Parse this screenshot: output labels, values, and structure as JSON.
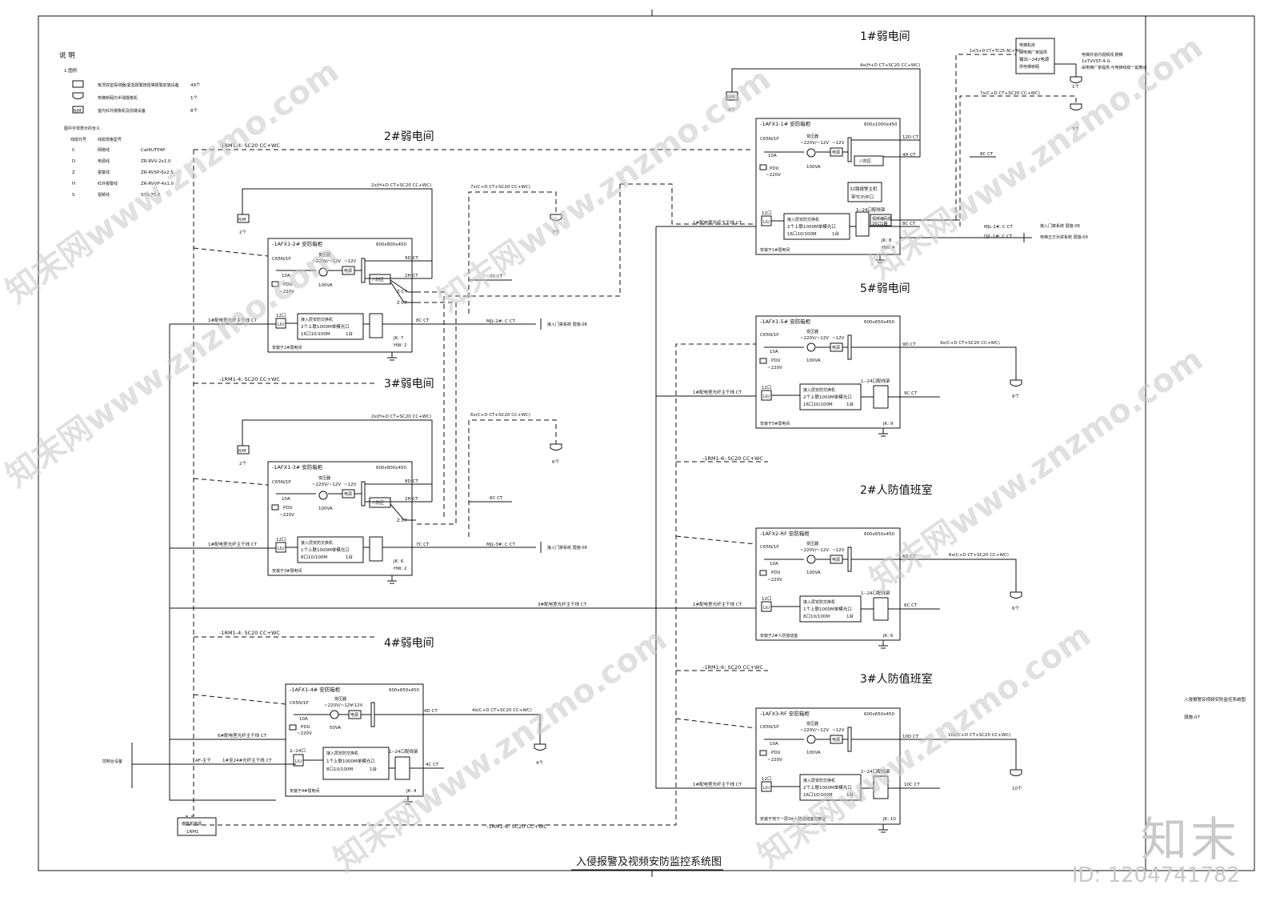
{
  "title": "入侵报警及视频安防监控系统图",
  "sidebar_title": "入侵报警及视频安防监控系统图",
  "sidebar_sheet": "弱施-07",
  "notes": {
    "heading": "说 明",
    "item1": "1.图例",
    "legend": [
      {
        "sym": "",
        "desc": "吸顶双鉴探测器/紧急报警按钮等报警前端设备",
        "count": "49个"
      },
      {
        "sym": "",
        "desc": "电梯轿厢内半球摄像机",
        "count": "1个"
      },
      {
        "sym": "R/M",
        "desc": "室内红外摄像机及前端设备",
        "count": "8个"
      }
    ],
    "cable_heading": "图中字母表示的含义",
    "cable_hdr": [
      "线缆代号",
      "线缆规格型号"
    ],
    "cables": [
      {
        "code": "C",
        "type": "网络线",
        "spec": "Cat6UTP4P"
      },
      {
        "code": "D",
        "type": "电源线",
        "spec": "ZR-RVV-2x1.0"
      },
      {
        "code": "Z",
        "type": "报警线",
        "spec": "ZR-RVSP-6x2.5"
      },
      {
        "code": "H",
        "type": "红外报警线",
        "spec": "ZR-RVVP-4x1.0"
      },
      {
        "code": "S",
        "type": "视频线",
        "spec": "SYV-75-5"
      }
    ]
  },
  "rooms": [
    {
      "key": "r1",
      "title": "1#弱电间",
      "box": "-1AFX1-1# 安防箱柜",
      "size": "600x1000x450",
      "ups_w": "100VA",
      "loc": "安装于1#弱电间",
      "jk": "JK: 8",
      "hw": "HW: 4",
      "fiber": "1#配电室光纤主干线 CT",
      "cam_top": "4x(H+D CT+SC20 CC+WC)",
      "cam_right": "7x(C+D CT+SC20 CC+WC)",
      "cam_cnt": "7个",
      "rm_cnt": "4个",
      "out1": "12D CT",
      "out2": "4H CT",
      "out3": "8C CT"
    },
    {
      "key": "r2",
      "title": "2#弱电间",
      "box": "-1AFX1-2# 安防箱柜",
      "size": "600x800x450",
      "ups_w": "100VA",
      "loc": "安装于2#弱电间",
      "jk": "JK: 7",
      "hw": "HW: 2",
      "fiber": "1#配电室光纤主干线 CT",
      "cam_top": "2x(H+D CT+SC20 CC+WC)",
      "cam_right": "7x(C+D CT+SC20 CC+WC)",
      "cam_cnt": "7个",
      "rm_cnt": "2个",
      "out1": "9D CT",
      "out2": "2H CT",
      "out3": "8C CT",
      "mjl": "MJL-2#: C CT",
      "mjl_to": "接入门禁系统 弱施-08"
    },
    {
      "key": "r3",
      "title": "3#弱电间",
      "box": "-1AFX1-3# 安防箱柜",
      "size": "600x800x450",
      "ups_w": "100VA",
      "loc": "安装于3#弱电间",
      "jk": "JK: 6",
      "hw": "HW: 2",
      "fiber": "1#配电室光纤主干线 CT",
      "cam_top": "2x(H+D CT+SC20 CC+WC)",
      "cam_right": "6x(C+D CT+SC20 CC+WC)",
      "cam_cnt": "6个",
      "rm_cnt": "2个",
      "out1": "8D CT",
      "out2": "2H CT",
      "out3": "7C CT",
      "mjl": "MJL-3#: C CT",
      "mjl_to": "接入门禁系统 弱施-08"
    },
    {
      "key": "r4",
      "title": "4#弱电间",
      "box": "-1AFX1-4# 安防箱柜",
      "size": "600x650x450",
      "ups_w": "50VA",
      "loc": "安装于4#弱电间",
      "jk": "JK: 4",
      "fiber": "6#配电室光纤主干线 CT",
      "cam_right": "4x(C+D CT+SC20 CC+WC)",
      "cam_cnt": "4个",
      "out1": "4D CT",
      "out3": "4C CT"
    },
    {
      "key": "r5",
      "title": "5#弱电间",
      "box": "-1AFX1-5# 安防箱柜",
      "size": "600x650x450",
      "ups_w": "100VA",
      "loc": "安装于5#弱电间",
      "jk": "JK: 9",
      "fiber": "1#配电室光纤主干线 CT",
      "cam_right": "9x(C+D CT+SC20 CC+WC)",
      "cam_cnt": "9个",
      "out1": "9D CT",
      "out3": "9C CT"
    },
    {
      "key": "r6",
      "title": "2#人防值班室",
      "box": "-1AFX2-RF 安防箱柜",
      "size": "600x650x450",
      "ups_w": "100VA",
      "loc": "安装于2#人防值班室",
      "jk": "JK: 6",
      "fiber": "1#配电室光纤主干线 CT",
      "cam_right": "6x(C+D CT+SC20 CC+WC)",
      "cam_cnt": "6个",
      "out1": "6D CT",
      "out3": "6C CT"
    },
    {
      "key": "r7",
      "title": "3#人防值班室",
      "box": "-1AFX3-RF 安防箱柜",
      "size": "600x650x450",
      "ups_w": "100VA",
      "loc": "安装于地下一层3#人防值班室控制室",
      "jk": "JK: 10",
      "fiber": "1#配电室光纤主干线 CT",
      "cam_right": "10x(C+D CT+SC20 CC+WC)",
      "cam_cnt": "10个",
      "out1": "10D CT",
      "out3": "10C CT"
    }
  ],
  "common": {
    "breaker": "C65N/1P",
    "breaker_a": "10A",
    "pdu": "PDU",
    "pdu_v": "~220V",
    "trans": "变压器",
    "trans_v": "~220V/~12V",
    "v12": "~12V",
    "psu": "电源",
    "alarm": "八防区",
    "liu": "LIU",
    "liu12": "12口",
    "liu24": "2--24口",
    "sw_line1": "接入层安防交换机",
    "sw_line2a": "2个上联1000M单模光口",
    "sw_line2b": "1个上联1000M单模光口",
    "sw_line3a": "16口10/100M",
    "sw_line3b": "8口10/100M",
    "sw_cnt": "1台",
    "patch": "1--24口配线架",
    "host1": "32路报警主机",
    "host2": "带TCP/IP口",
    "nvr1": "视频编码器",
    "nvr2": "16口1路"
  },
  "trunks": {
    "rm14": "-1RM1-4:  SC20 CC+WC",
    "rm16": "-1RM1-6:  SC20 CC+WC",
    "mid": "3#配电室光纤主干线 CT",
    "af": "AF-主干",
    "af2": "1#至24#光纤主干线 CT",
    "ctrl": "控制台设备",
    "rm1_box1": "摄像机电源",
    "rm1_box2": "-1RM1",
    "c6": "6C CT",
    "c7": "7C CT",
    "zct": "Z CT"
  },
  "elevator": {
    "cable": "1x(S+D CT+TC25 AC+WC)",
    "box1": "电梯机房",
    "box2": "由电梯厂家提供",
    "box3": "输出~24V电源",
    "box4": "供电梯轿厢",
    "out1": "电梯井道内视频线,随梯",
    "out2": "1xTVVST-4-G",
    "out3": "由电梯厂家提供,与电梯线缆一起敷设",
    "cnt": "1个"
  },
  "door": {
    "l1": "MJL-1#: C CT",
    "l2": "DJL-1#: C CT",
    "t1": "接入门禁系统 弱施-08",
    "t2": "电梯五方对讲系统 弱施-09"
  },
  "watermark": "知末网www.znzmo.com",
  "brand": "知末",
  "id_text": "ID: 1204741782"
}
